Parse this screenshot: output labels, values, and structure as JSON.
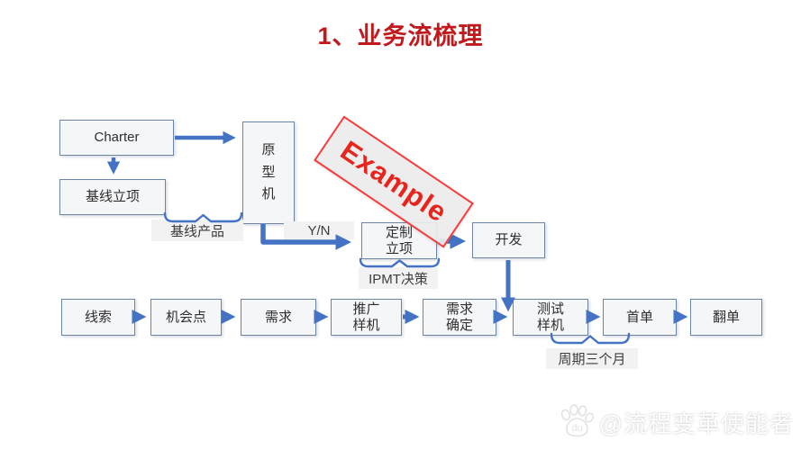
{
  "title": "1、业务流梳理",
  "stamp_label": "Example",
  "nodes": {
    "charter": "Charter",
    "baseline_approval": "基线立项",
    "prototype": "原\n型\n机",
    "custom_approval": "定制\n立项",
    "development": "开发",
    "leads": "线索",
    "opportunity": "机会点",
    "requirement": "需求",
    "promo_sample": "推广\n样机",
    "requirement_confirm": "需求\n确定",
    "test_sample": "测试\n样机",
    "first_order": "首单",
    "repeat_order": "翻单"
  },
  "labels": {
    "baseline_product": "基线产品",
    "yn": "Y/N",
    "ipmt_decision": "IPMT决策",
    "cycle_three_months": "周期三个月"
  },
  "watermark": {
    "icon": "baidu-paw-icon",
    "icon_text": "du",
    "text": "@流程变革使能者"
  },
  "colors": {
    "title_red": "#c2191d",
    "arrow_blue": "#4472c4",
    "box_border": "#6d84a3",
    "box_fill": "#f5f6f8",
    "tag_fill": "#f2f2f2",
    "stamp_red": "#e8251d"
  }
}
